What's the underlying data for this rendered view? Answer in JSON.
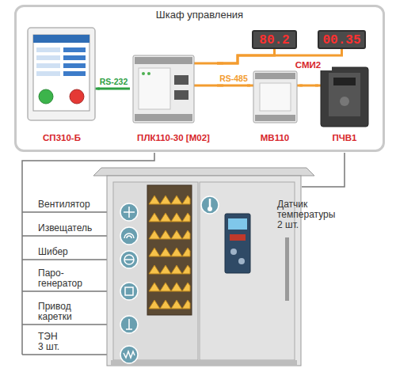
{
  "diagram": {
    "nodes": [
      {
        "text": [
          "Шкаф управления"
        ]
      },
      {
        "text": [
          "СП310-Б"
        ],
        "in": 0
      },
      {
        "text": [
          "ПЛК110-30 [М02]"
        ],
        "in": 0
      },
      {
        "text": [
          "80.2"
        ],
        "in": 0
      },
      {
        "text": [
          "00.35"
        ],
        "in": 0
      },
      {
        "text": [
          "МВ110"
        ],
        "in": 0
      },
      {
        "text": [
          "ПЧВ1"
        ],
        "in": 0
      }
    ],
    "edges": [
      {
        "from": 1,
        "to": 2,
        "arrow": "none",
        "label": "RS-232"
      },
      {
        "from": 2,
        "to": 3,
        "arrow": "none"
      },
      {
        "from": 2,
        "to": 4,
        "arrow": "none"
      },
      {
        "from": 2,
        "to": 5,
        "arrow": "none",
        "label": "RS-485"
      },
      {
        "from": 5,
        "to": 6,
        "arrow": "none"
      }
    ],
    "labels": [
      "СМИ2",
      "Вентилятор",
      "Извещатель",
      "Шибер",
      "Паро- генератор",
      "Привод каретки",
      "ТЭН 3 шт.",
      "Датчик температуры 2 шт."
    ]
  }
}
